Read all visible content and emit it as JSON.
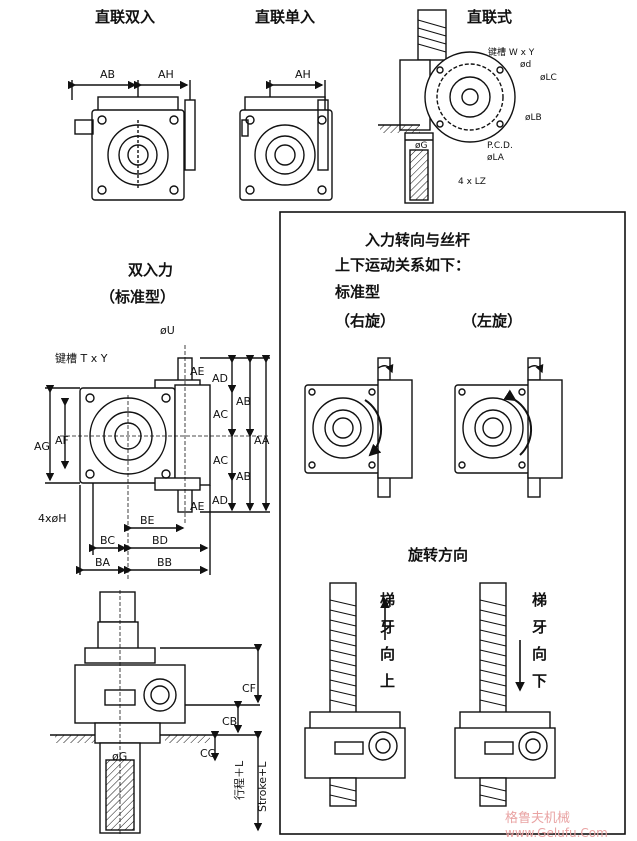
{
  "views": {
    "top_left": "直联双入",
    "top_mid": "直联单入",
    "top_right": "直联式"
  },
  "top_dims": {
    "ab": "AB",
    "ah1": "AH",
    "ah2": "AH",
    "keyway_w": "键槽 W x Y",
    "d": "ød",
    "lc": "øLC",
    "lb": "øLB",
    "pcd": "P.C.D.",
    "la": "øLA",
    "lz": "4 x LZ",
    "g": "øG"
  },
  "double_input": {
    "title": "双入力",
    "subtitle": "（标准型）",
    "u": "øU",
    "key": "键槽  T x Y",
    "ad1": "AD",
    "ae1": "AE",
    "ab1": "AB",
    "ac1": "AC",
    "aa": "AA",
    "ac2": "AC",
    "ab2": "AB",
    "ad2": "AD",
    "ae2": "AE",
    "ag": "AG",
    "af": "AF",
    "h": "4xøH",
    "be": "BE",
    "bc": "BC",
    "bd": "BD",
    "ba": "BA",
    "bb": "BB"
  },
  "panel": {
    "title1": "入力转向与丝杆",
    "title2": "上下运动关系如下：",
    "std": "标准型",
    "right": "（右旋）",
    "left": "（左旋）",
    "rot": "旋转方向",
    "up": [
      "梯",
      "牙",
      "向",
      "上"
    ],
    "down": [
      "梯",
      "牙",
      "向",
      "下"
    ]
  },
  "bottom": {
    "cf": "CF",
    "cb": "CB",
    "cc": "CC",
    "g": "øG",
    "stroke_cn": "行程＋L",
    "stroke_en": "Stroke+L"
  },
  "watermark": {
    "cn": "格鲁夫机械",
    "url": "www.Gelufu.Com"
  }
}
